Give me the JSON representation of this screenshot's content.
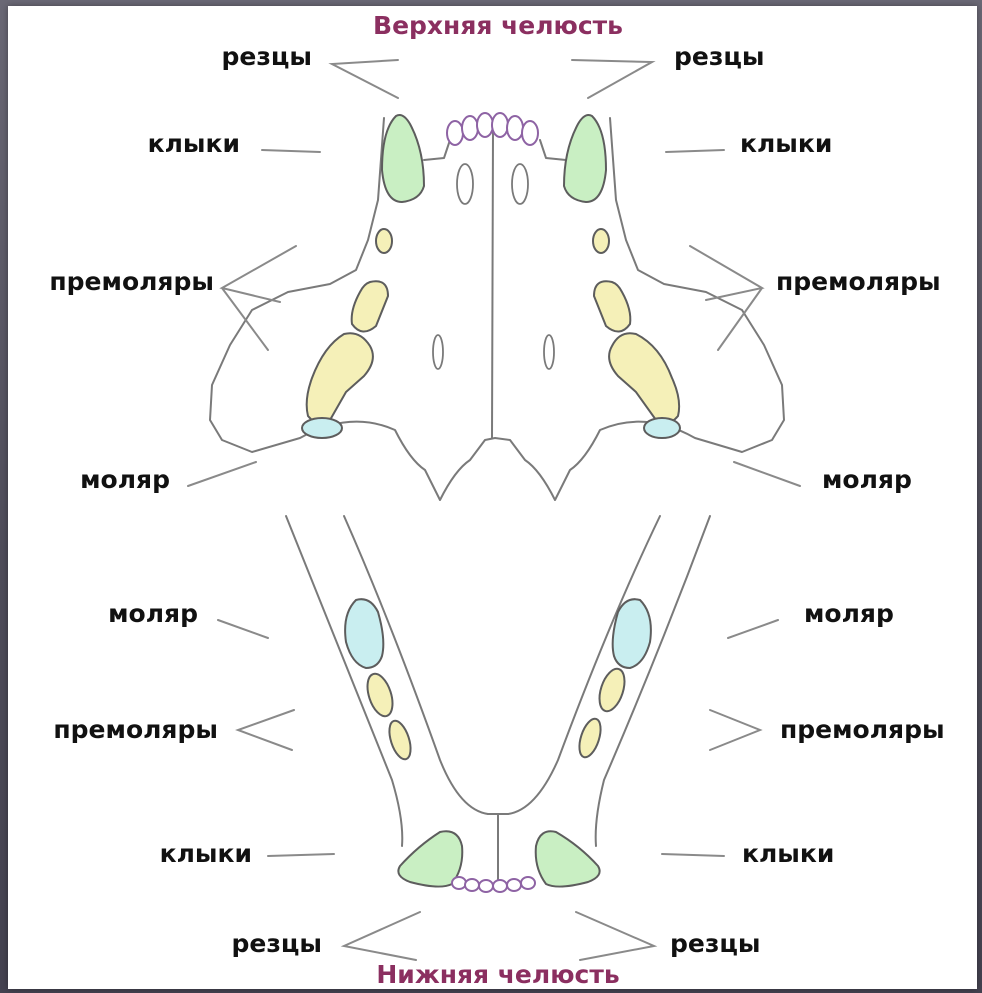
{
  "diagram": {
    "title_top": "Верхняя челюсть",
    "title_bottom": "Нижняя челюсть",
    "labels": {
      "upper_incisors_left": "резцы",
      "upper_incisors_right": "резцы",
      "upper_canines_left": "клыки",
      "upper_canines_right": "клыки",
      "upper_premolars_left": "премоляры",
      "upper_premolars_right": "премоляры",
      "upper_molar_left": "моляр",
      "upper_molar_right": "моляр",
      "lower_molar_left": "моляр",
      "lower_molar_right": "моляр",
      "lower_premolars_left": "премоляры",
      "lower_premolars_right": "премоляры",
      "lower_canines_left": "клыки",
      "lower_canines_right": "клыки",
      "lower_incisors_left": "резцы",
      "lower_incisors_right": "резцы"
    },
    "colors": {
      "canine": "#c9efc3",
      "premolar": "#f5f0b8",
      "molar": "#c9eef0",
      "incisor_outline": "#8e63a4",
      "title": "#8b2f60"
    }
  }
}
